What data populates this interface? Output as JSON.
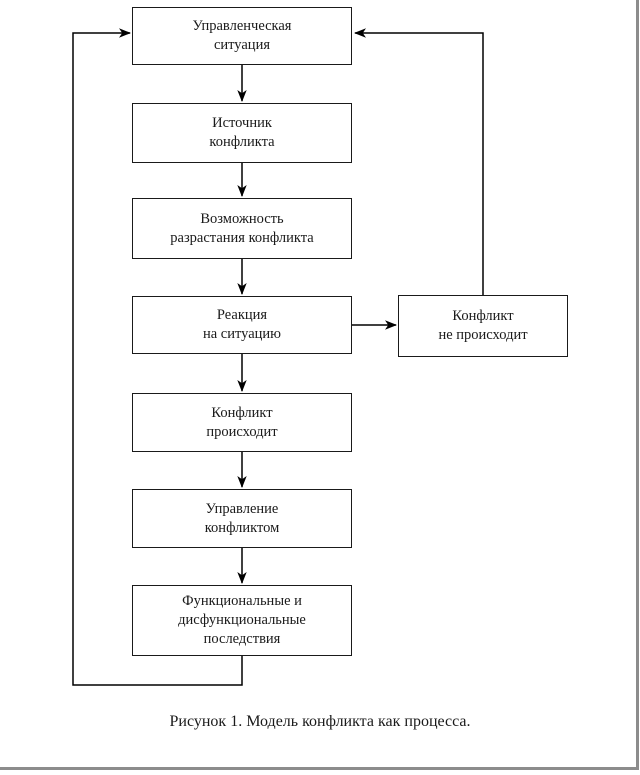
{
  "page": {
    "background": "#ffffff",
    "edge_border_color": "#8c8c8c",
    "line_color": "#000000"
  },
  "flowchart": {
    "boxes": [
      {
        "name": "management-situation",
        "text": "Управленческая\nситуация"
      },
      {
        "name": "conflict-source",
        "text": "Источник\nконфликта"
      },
      {
        "name": "conflict-escalation-possibility",
        "text": "Возможность\nразрастания конфликта"
      },
      {
        "name": "situation-reaction",
        "text": "Реакция\nна ситуацию"
      },
      {
        "name": "conflict-does-not-occur",
        "text": "Конфликт\nне происходит"
      },
      {
        "name": "conflict-occurs",
        "text": "Конфликт\nпроисходит"
      },
      {
        "name": "conflict-management",
        "text": "Управление\nконфликтом"
      },
      {
        "name": "functional-dysfunctional-consequences",
        "text": "Функциональные и\nдисфункциональные\nпоследствия"
      }
    ],
    "caption": "Рисунок 1. Модель конфликта как процесса."
  }
}
